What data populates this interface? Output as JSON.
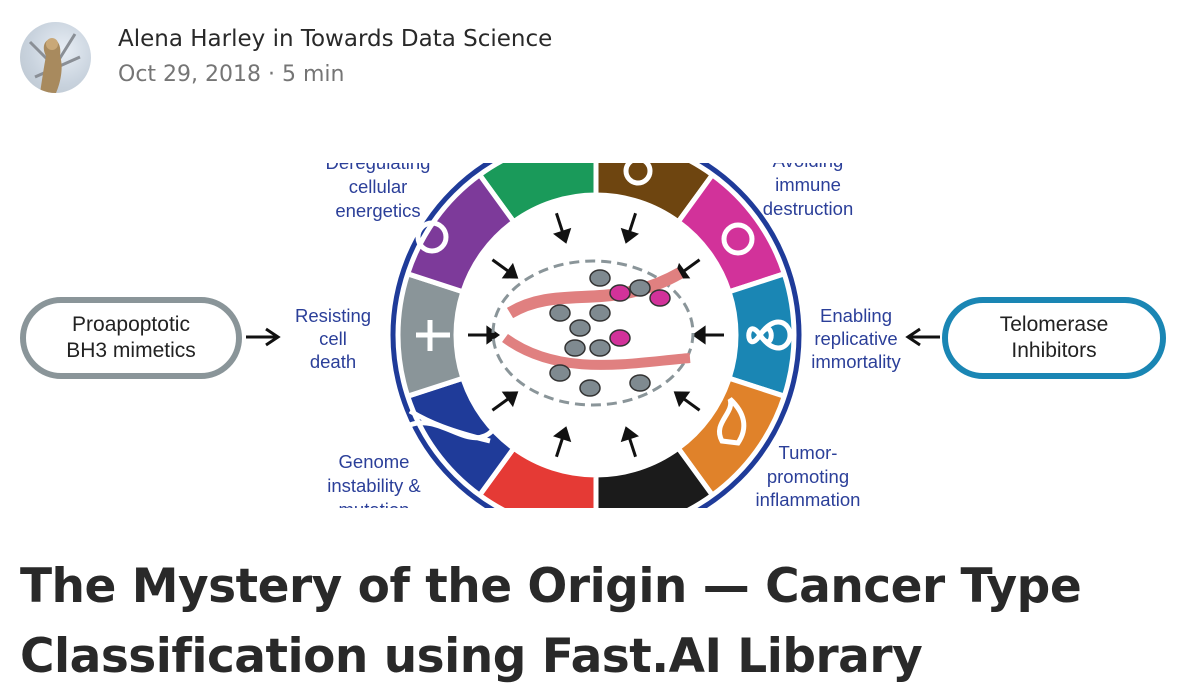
{
  "author": {
    "line": "Alena Harley in Towards Data Science",
    "date": "Oct 29, 2018",
    "separator": "·",
    "read_time": "5 min"
  },
  "hero": {
    "left_box": [
      "Proapoptotic",
      "BH3 mimetics"
    ],
    "right_box": [
      "Telomerase",
      "Inhibitors"
    ],
    "labels": {
      "energetics": [
        "Deregulating",
        "cellular",
        "energetics"
      ],
      "immune": [
        "Avoiding",
        "immune",
        "destruction"
      ],
      "death": [
        "Resisting",
        "cell",
        "death"
      ],
      "immortality": [
        "Enabling",
        "replicative",
        "immortality"
      ],
      "genome": [
        "Genome",
        "instability &",
        "mutation"
      ],
      "inflammation": [
        "Tumor-",
        "promoting",
        "inflammation"
      ]
    },
    "segment_colors": [
      "#1a9a5a",
      "#6e4510",
      "#d2329a",
      "#1a86b4",
      "#e0822a",
      "#1b1b1b",
      "#e53a35",
      "#1f3b99",
      "#8a9599",
      "#7d3a9a"
    ]
  },
  "article": {
    "title": "The Mystery of the Origin — Cancer Type Classification using Fast.AI Library"
  }
}
